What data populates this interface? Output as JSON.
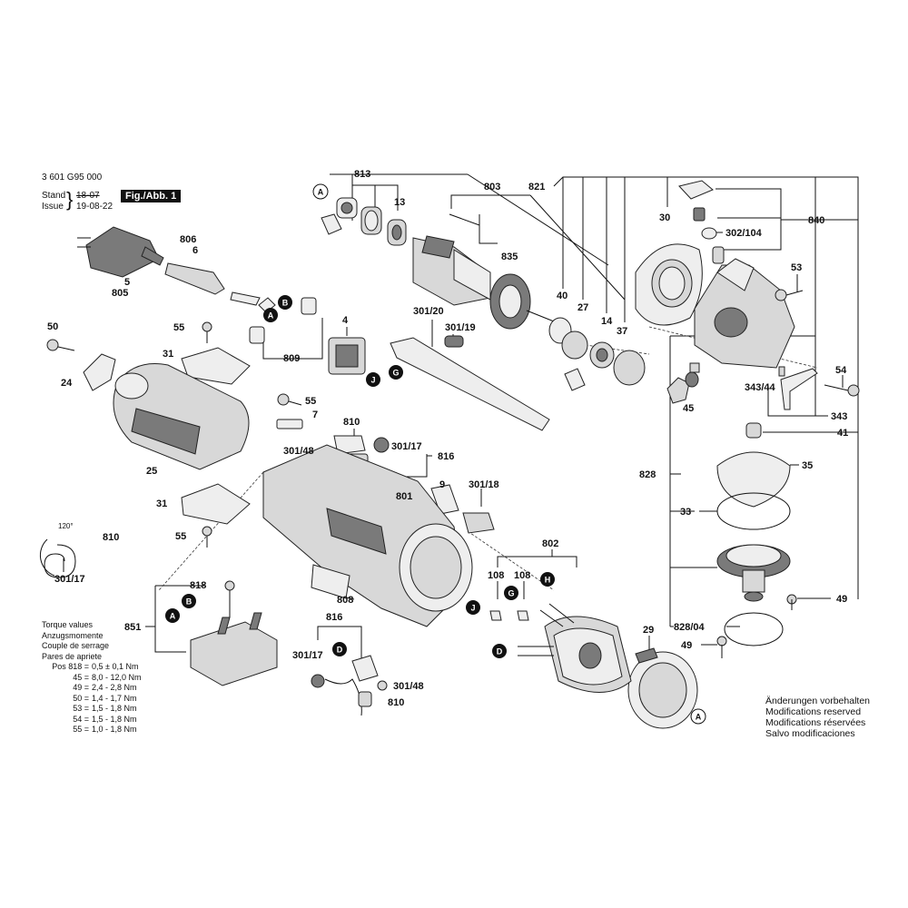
{
  "header": {
    "doc_number": "3 601 G95 000",
    "stand_label": "Stand",
    "issue_label": "Issue",
    "stand_value": "18-07",
    "issue_value": "19-08-22",
    "fig_label": "Fig./Abb. 1"
  },
  "torque": {
    "lines": [
      "Torque values",
      "Anzugsmomente",
      "Couple de serrage",
      "Pares de apriete"
    ],
    "rows": [
      {
        "pos": "Pos 818 =",
        "val": "0,5 ± 0,1 Nm"
      },
      {
        "pos": "45 =",
        "val": "8,0 - 12,0 Nm"
      },
      {
        "pos": "49 =",
        "val": "2,4 - 2,8 Nm"
      },
      {
        "pos": "50 =",
        "val": "1,4 - 1,7 Nm"
      },
      {
        "pos": "53 =",
        "val": "1,5 - 1,8 Nm"
      },
      {
        "pos": "54 =",
        "val": "1,5 - 1,8 Nm"
      },
      {
        "pos": "55 =",
        "val": "1,0 - 1,8 Nm"
      }
    ]
  },
  "notes": [
    "Änderungen vorbehalten",
    "Modifications reserved",
    "Modifications réservées",
    "Salvo modificaciones"
  ],
  "angle_label": "120°",
  "callouts": [
    "A",
    "B",
    "A",
    "B",
    "J",
    "G",
    "A",
    "B",
    "J",
    "G",
    "H",
    "D",
    "D",
    "A"
  ],
  "part_labels": [
    "813",
    "803",
    "821",
    "13",
    "835",
    "30",
    "840",
    "302/104",
    "806",
    "6",
    "5",
    "805",
    "53",
    "40",
    "27",
    "14",
    "37",
    "50",
    "55",
    "4",
    "301/20",
    "301/19",
    "31",
    "809",
    "24",
    "54",
    "343/44",
    "45",
    "343",
    "41",
    "55",
    "7",
    "810",
    "25",
    "301/48",
    "301/17",
    "816",
    "9",
    "301/18",
    "801",
    "828",
    "35",
    "31",
    "33",
    "55",
    "810",
    "301/17",
    "802",
    "818",
    "108",
    "108",
    "851",
    "808",
    "49",
    "816",
    "29",
    "828/04",
    "49",
    "301/17",
    "301/48",
    "810"
  ]
}
